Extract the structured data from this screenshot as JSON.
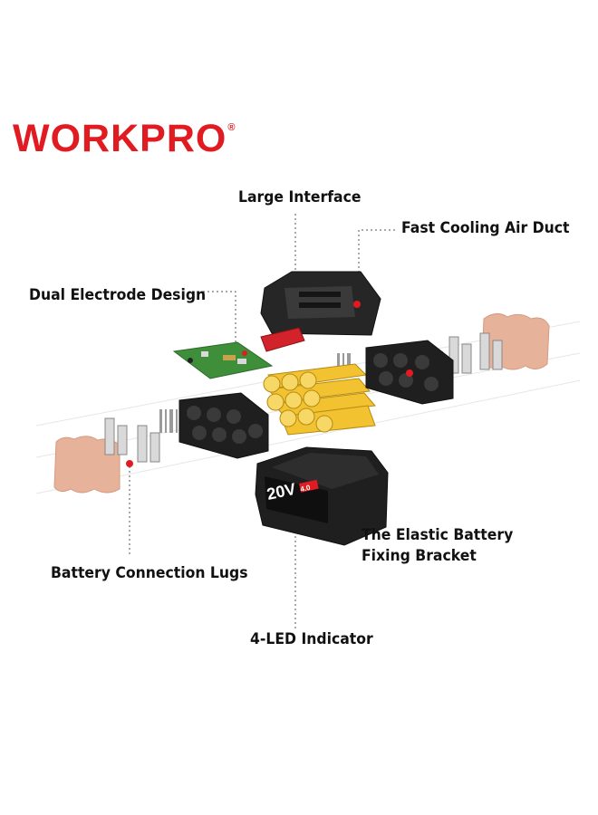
{
  "brand": {
    "name": "WORKPRO",
    "mark": "®"
  },
  "callouts": {
    "large_interface": "Large Interface",
    "fast_cooling": "Fast Cooling Air Duct",
    "dual_electrode": "Dual Electrode Design",
    "elastic_bracket_line1": "The Elastic Battery",
    "elastic_bracket_line2": "Fixing Bracket",
    "connection_lugs": "Battery Connection Lugs",
    "led_indicator": "4-LED Indicator"
  },
  "battery_label": {
    "voltage": "20V",
    "capacity": "4.0"
  },
  "colors": {
    "brand_red": "#e11b22",
    "housing": "#1f1f1f",
    "cell_yellow": "#f2c230",
    "pcb_green": "#3f8f3a",
    "copper_pad": "#e6b29a"
  }
}
